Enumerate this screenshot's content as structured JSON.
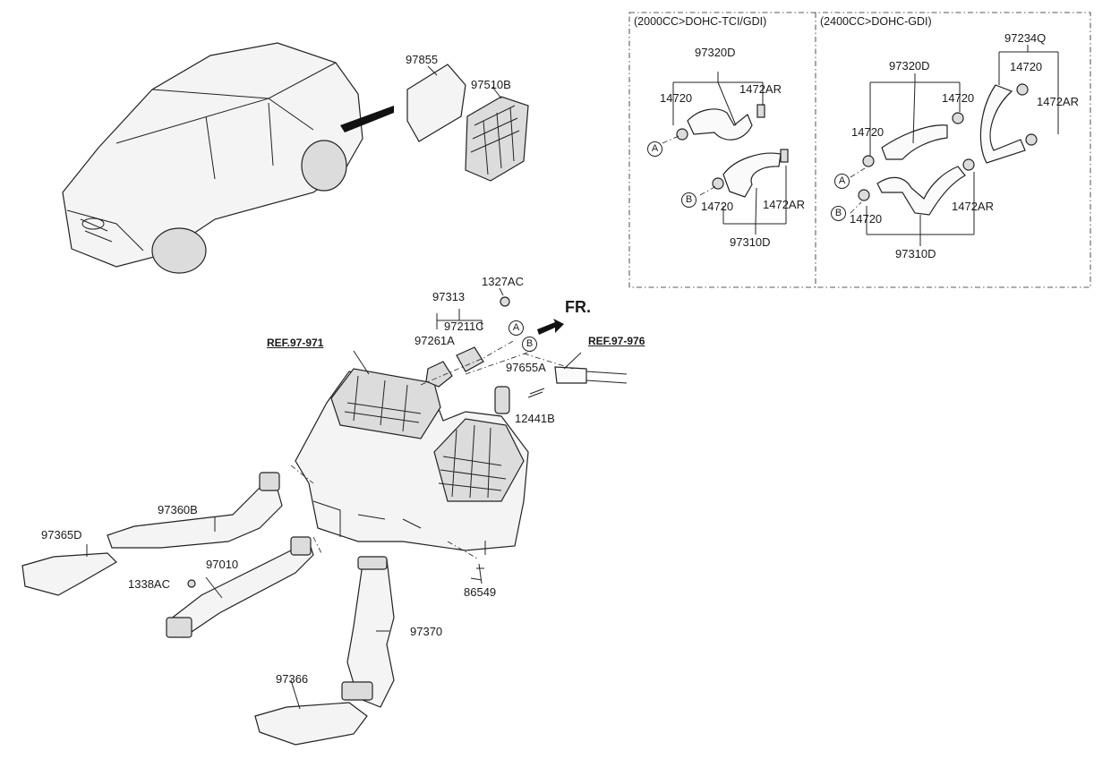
{
  "variants": {
    "left_header": "(2000CC>DOHC-TCI/GDI)",
    "right_header": "(2400CC>DOHC-GDI)"
  },
  "variant_labels": {
    "v1_97320D": "97320D",
    "v1_14720_top": "14720",
    "v1_1472AR_top": "1472AR",
    "v1_14720_bot": "14720",
    "v1_1472AR_bot": "1472AR",
    "v1_97310D": "97310D",
    "v2_97320D": "97320D",
    "v2_97234Q": "97234Q",
    "v2_14720_a": "14720",
    "v2_14720_b": "14720",
    "v2_14720_c": "14720",
    "v2_1472AR_top": "1472AR",
    "v2_14720_bot": "14720",
    "v2_1472AR_bot": "1472AR",
    "v2_97310D": "97310D"
  },
  "markers": {
    "a": "A",
    "b": "B"
  },
  "parts": {
    "p97855": "97855",
    "p97510B": "97510B",
    "p97313": "97313",
    "p1327AC": "1327AC",
    "p97211C": "97211C",
    "p97261A": "97261A",
    "p97655A": "97655A",
    "p12441B": "12441B",
    "p97360B": "97360B",
    "p97365D": "97365D",
    "p97010": "97010",
    "p1338AC": "1338AC",
    "p86549": "86549",
    "p97370": "97370",
    "p97366": "97366"
  },
  "refs": {
    "ref1": "REF.97-971",
    "ref2": "REF.97-976"
  },
  "direction": "FR.",
  "colors": {
    "line": "#222222",
    "background": "#ffffff"
  }
}
